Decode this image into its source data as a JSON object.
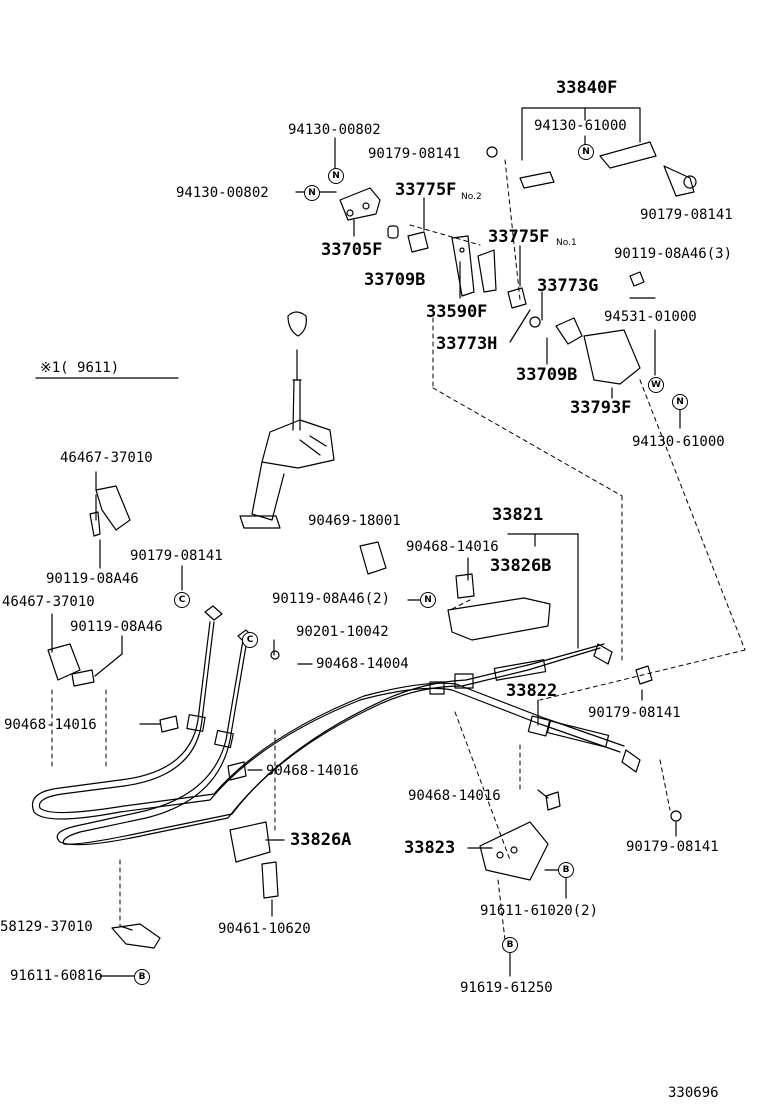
{
  "labels": {
    "p33840F": "33840F",
    "p94130_61000_top": "94130-61000",
    "p94130_00802_a": "94130-00802",
    "p90179_08141_a": "90179-08141",
    "p94130_00802_b": "94130-00802",
    "p33775F_no2": "33775F",
    "p33775F_no2_sub": "No.2",
    "p90179_08141_tr": "90179-08141",
    "p33775F_no1": "33775F",
    "p33775F_no1_sub": "No.1",
    "p33705F": "33705F",
    "p90119_08A46_3": "90119-08A46(3)",
    "p33709B_a": "33709B",
    "p33773G": "33773G",
    "p33590F": "33590F",
    "p94531_01000": "94531-01000",
    "p33773H": "33773H",
    "p33709B_b": "33709B",
    "p33793F": "33793F",
    "p94130_61000_r": "94130-61000",
    "p_note": "※1(      9611)",
    "p46467_37010_a": "46467-37010",
    "p90469_18001": "90469-18001",
    "p33821": "33821",
    "p90468_14016_a": "90468-14016",
    "p33826B": "33826B",
    "p90179_08141_c": "90179-08141",
    "p90119_08A46_a": "90119-08A46",
    "p90119_08A46_2": "90119-08A46(2)",
    "p46467_37010_b": "46467-37010",
    "p90119_08A46_b": "90119-08A46",
    "p90201_10042": "90201-10042",
    "p90468_14004": "90468-14004",
    "p33822": "33822",
    "p90179_08141_d": "90179-08141",
    "p90468_14016_b": "90468-14016",
    "p90468_14016_c": "90468-14016",
    "p90468_14016_d": "90468-14016",
    "p33826A": "33826A",
    "p33823": "33823",
    "p90179_08141_e": "90179-08141",
    "p91611_61020_2": "91611-61020(2)",
    "p90461_10620": "90461-10620",
    "p58129_37010": "58129-37010",
    "p91611_60816": "91611-60816",
    "p91619_61250": "91619-61250",
    "p_docno": "330696"
  },
  "badges": {
    "N": "N",
    "W": "W",
    "B": "B",
    "C": "C",
    "asterisk_one": "※1"
  }
}
